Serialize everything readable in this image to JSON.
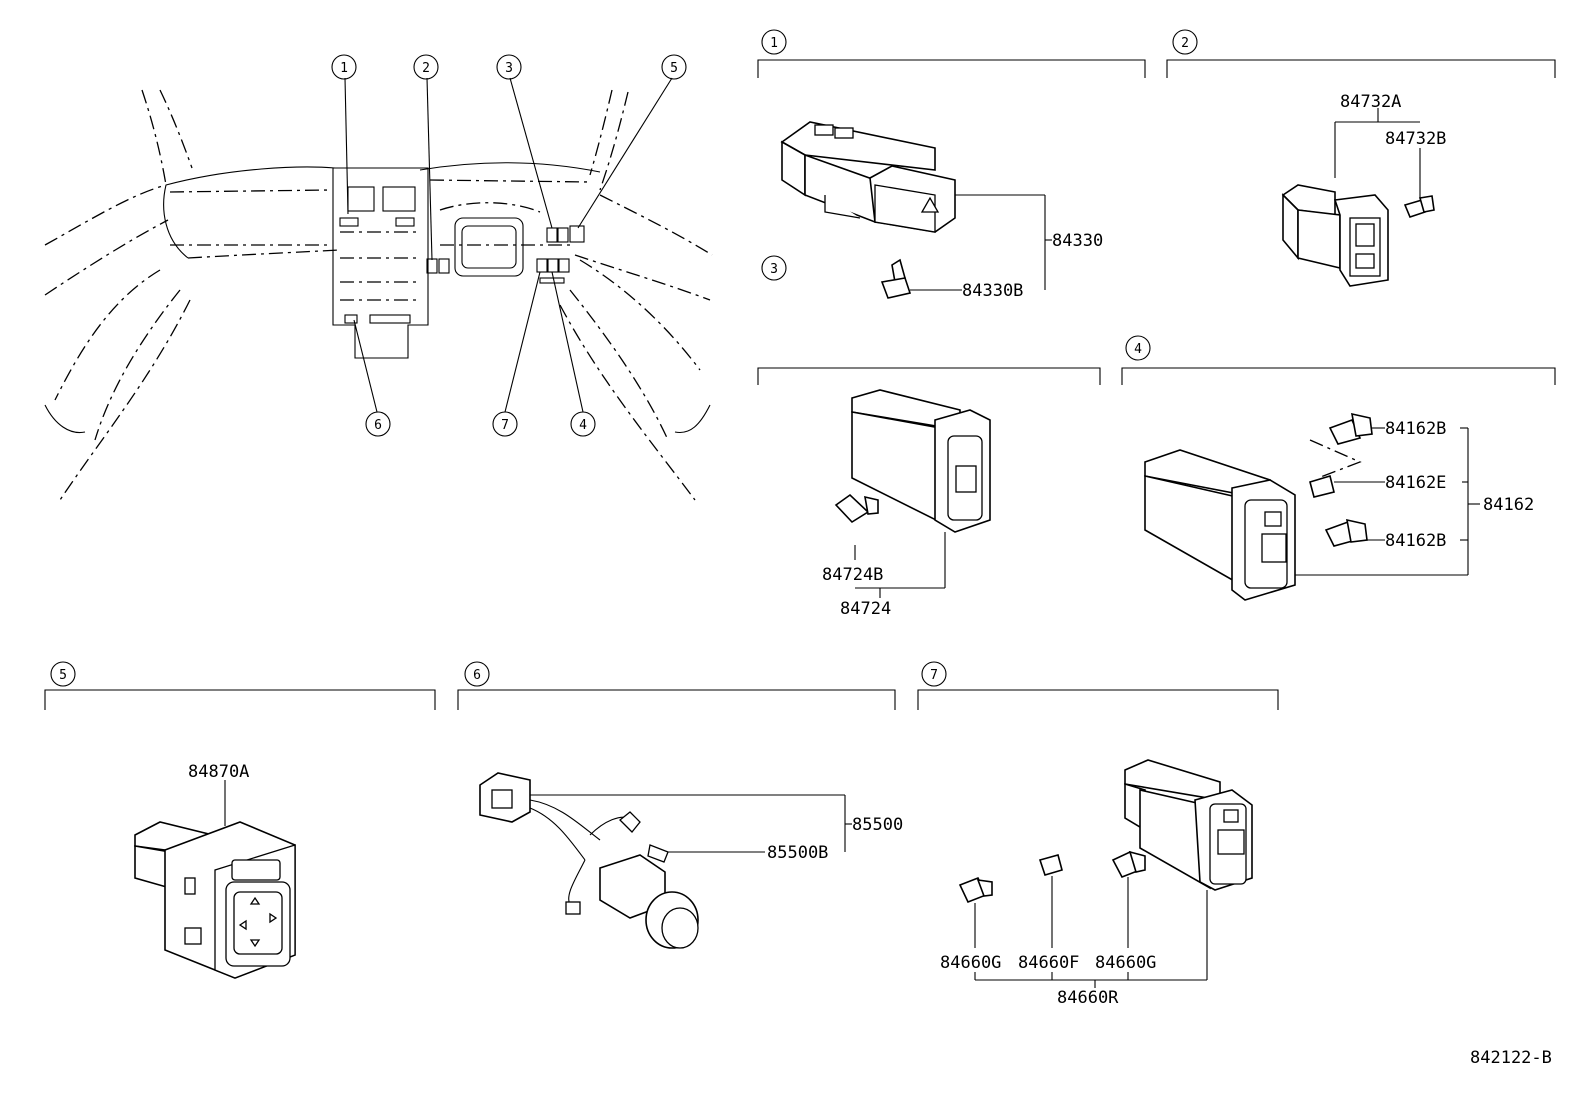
{
  "overview": {
    "callouts": [
      "1",
      "2",
      "3",
      "4",
      "5",
      "6",
      "7"
    ]
  },
  "sections": [
    {
      "num": "1",
      "parts": [
        "84330",
        "84330B"
      ]
    },
    {
      "num": "2",
      "parts": [
        "84732A",
        "84732B"
      ]
    },
    {
      "num": "3",
      "parts": [
        "84724B",
        "84724"
      ]
    },
    {
      "num": "4",
      "parts": [
        "84162B",
        "84162E",
        "84162",
        "84162B"
      ]
    },
    {
      "num": "5",
      "parts": [
        "84870A"
      ]
    },
    {
      "num": "6",
      "parts": [
        "85500",
        "85500B"
      ]
    },
    {
      "num": "7",
      "parts": [
        "84660G",
        "84660F",
        "84660G",
        "84660R"
      ]
    }
  ],
  "figure_code": "842122-B"
}
